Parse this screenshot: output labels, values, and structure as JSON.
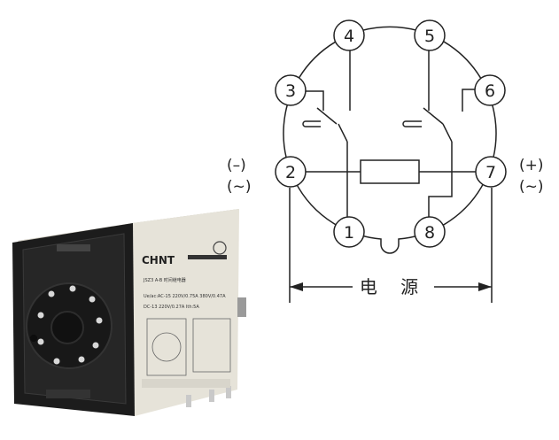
{
  "pins": [
    {
      "id": "4",
      "label": "4"
    },
    {
      "id": "5",
      "label": "5"
    },
    {
      "id": "3",
      "label": "3"
    },
    {
      "id": "6",
      "label": "6"
    },
    {
      "id": "2",
      "label": "2"
    },
    {
      "id": "7",
      "label": "7"
    },
    {
      "id": "1",
      "label": "1"
    },
    {
      "id": "8",
      "label": "8"
    }
  ],
  "side_labels": {
    "left_top": "(–)",
    "left_bottom": "(~)",
    "right_top": "(+)",
    "right_bottom": "(~)"
  },
  "power_label": "电 源",
  "product": {
    "brand": "CHNT",
    "model": "JSZ3 A-B 时间继电器",
    "ratings_1": "Ue/ac:AC-15 220V/0.75A 380V/0.47A",
    "ratings_2": "DC-13 220V/0.27A Ith:5A",
    "body_color": "#e6e3d9",
    "base_color": "#1c1c1c"
  },
  "colors": {
    "line": "#222222",
    "circle_fill": "#ffffff"
  }
}
